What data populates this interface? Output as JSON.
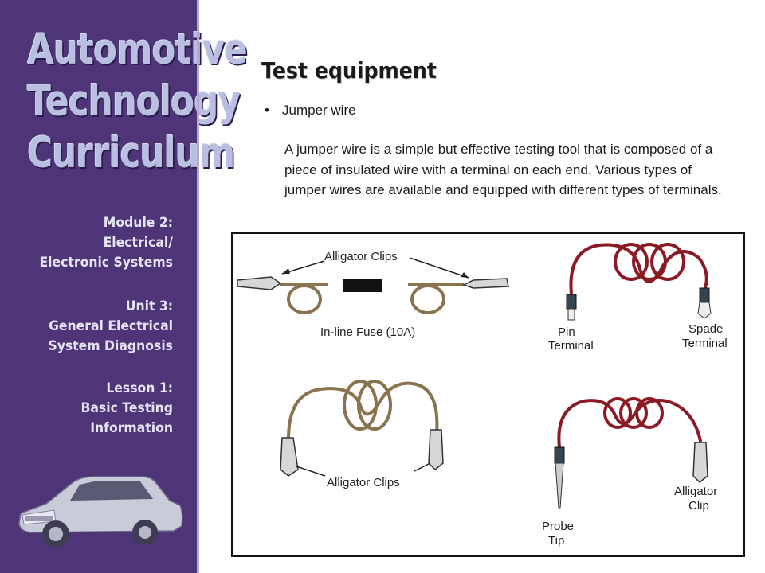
{
  "sidebar": {
    "brand": [
      "Automotive",
      "Technology",
      "Curriculum"
    ],
    "module": [
      "Module 2:",
      "Electrical/",
      "Electronic Systems"
    ],
    "unit": [
      "Unit 3:",
      "General Electrical",
      "System Diagnosis"
    ],
    "lesson": [
      "Lesson 1:",
      "Basic Testing",
      "Information"
    ],
    "bg_color": "#4e3578",
    "car_icon": "car-icon"
  },
  "slide": {
    "title": "Test equipment",
    "bullet": "Jumper wire",
    "paragraph": "A jumper wire is a simple but effective testing tool that is composed of a piece of insulated wire with a terminal on each end. Various types of jumper wires are available and equipped with different types of terminals."
  },
  "figure": {
    "alligator_clips_top": "Alligator Clips",
    "inline_fuse": "In-line Fuse (10A)",
    "pin_terminal": [
      "Pin",
      "Terminal"
    ],
    "spade_terminal": [
      "Spade",
      "Terminal"
    ],
    "alligator_clips_bottom": "Alligator Clips",
    "probe_tip": [
      "Probe",
      "Tip"
    ],
    "alligator_clip": [
      "Alligator",
      "Clip"
    ],
    "wire_red": "#8b1a24",
    "wire_tan": "#8a7450"
  }
}
